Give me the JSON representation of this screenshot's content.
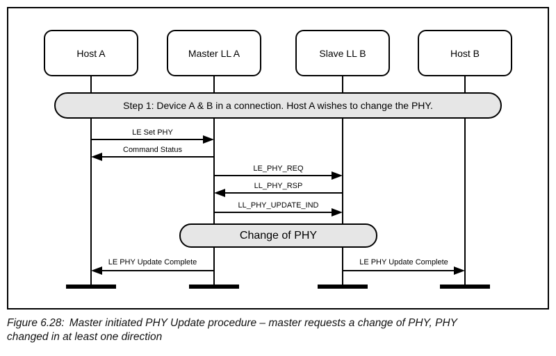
{
  "diagram": {
    "actors": [
      {
        "label": "Host A"
      },
      {
        "label": "Master LL A"
      },
      {
        "label": "Slave LL B"
      },
      {
        "label": "Host B"
      }
    ],
    "banner_text": "Step 1: Device A & B in a connection. Host A wishes to change the PHY.",
    "messages": [
      {
        "label": "LE Set PHY",
        "from": "Host A",
        "to": "Master LL A",
        "direction": "right"
      },
      {
        "label": "Command Status",
        "from": "Master LL A",
        "to": "Host A",
        "direction": "left"
      },
      {
        "label": "LE_PHY_REQ",
        "from": "Master LL A",
        "to": "Slave LL B",
        "direction": "right"
      },
      {
        "label": "LL_PHY_RSP",
        "from": "Slave LL B",
        "to": "Master LL A",
        "direction": "left"
      },
      {
        "label": "LL_PHY_UPDATE_IND",
        "from": "Master LL A",
        "to": "Slave LL B",
        "direction": "right"
      },
      {
        "label": "LE PHY Update Complete",
        "from": "Master LL A",
        "to": "Host A",
        "direction": "left"
      },
      {
        "label": "LE PHY Update Complete",
        "from": "Slave LL B",
        "to": "Host B",
        "direction": "right"
      }
    ],
    "state_box_text": "Change of PHY",
    "colors": {
      "background": "#ffffff",
      "line": "#000000",
      "banner_fill": "#e6e6e6"
    }
  },
  "caption": {
    "figure_label": "Figure 6.28:",
    "line1_rest": "Master initiated PHY Update procedure – master requests a change of PHY, PHY",
    "line2": "changed in at least one direction"
  }
}
